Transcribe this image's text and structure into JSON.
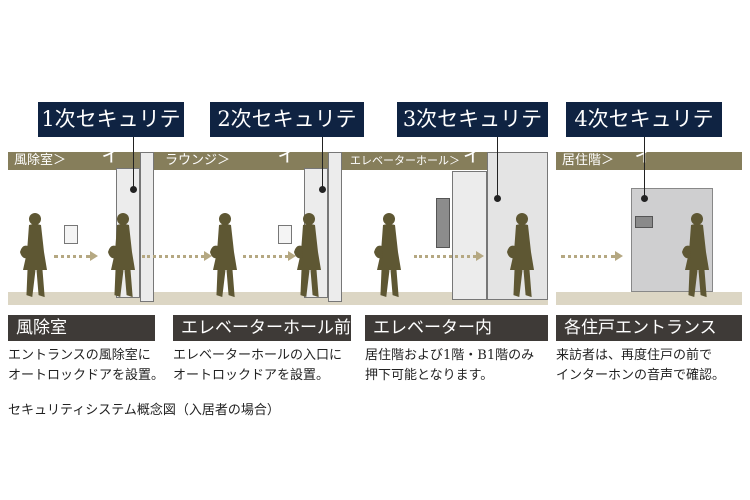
{
  "levels": [
    "1次セキュリティ",
    "2次セキュリティ",
    "3次セキュリティ",
    "4次セキュリティ"
  ],
  "zones": [
    "風除室＞",
    "ラウンジ＞",
    "エレベーターホール＞",
    "居住階＞"
  ],
  "sections": [
    {
      "title": "風除室",
      "desc": [
        "エントランスの風除室に",
        "オートロックドアを設置。"
      ]
    },
    {
      "title": "エレベーターホール前",
      "desc": [
        "エレベーターホールの入口に",
        "オートロックドアを設置。"
      ]
    },
    {
      "title": "エレベーター内",
      "desc": [
        "居住階および1階・B1階のみ",
        "押下可能となります。"
      ]
    },
    {
      "title": "各住戸エントランス",
      "desc": [
        "来訪者は、再度住戸の前で",
        "インターホンの音声で確認。"
      ]
    }
  ],
  "caption": "セキュリティシステム概念図（入居者の場合）",
  "colors": {
    "navy": "#0f2342",
    "olive": "#867e5b",
    "silhouette": "#5e5733",
    "titlebar": "#3e3a37"
  }
}
